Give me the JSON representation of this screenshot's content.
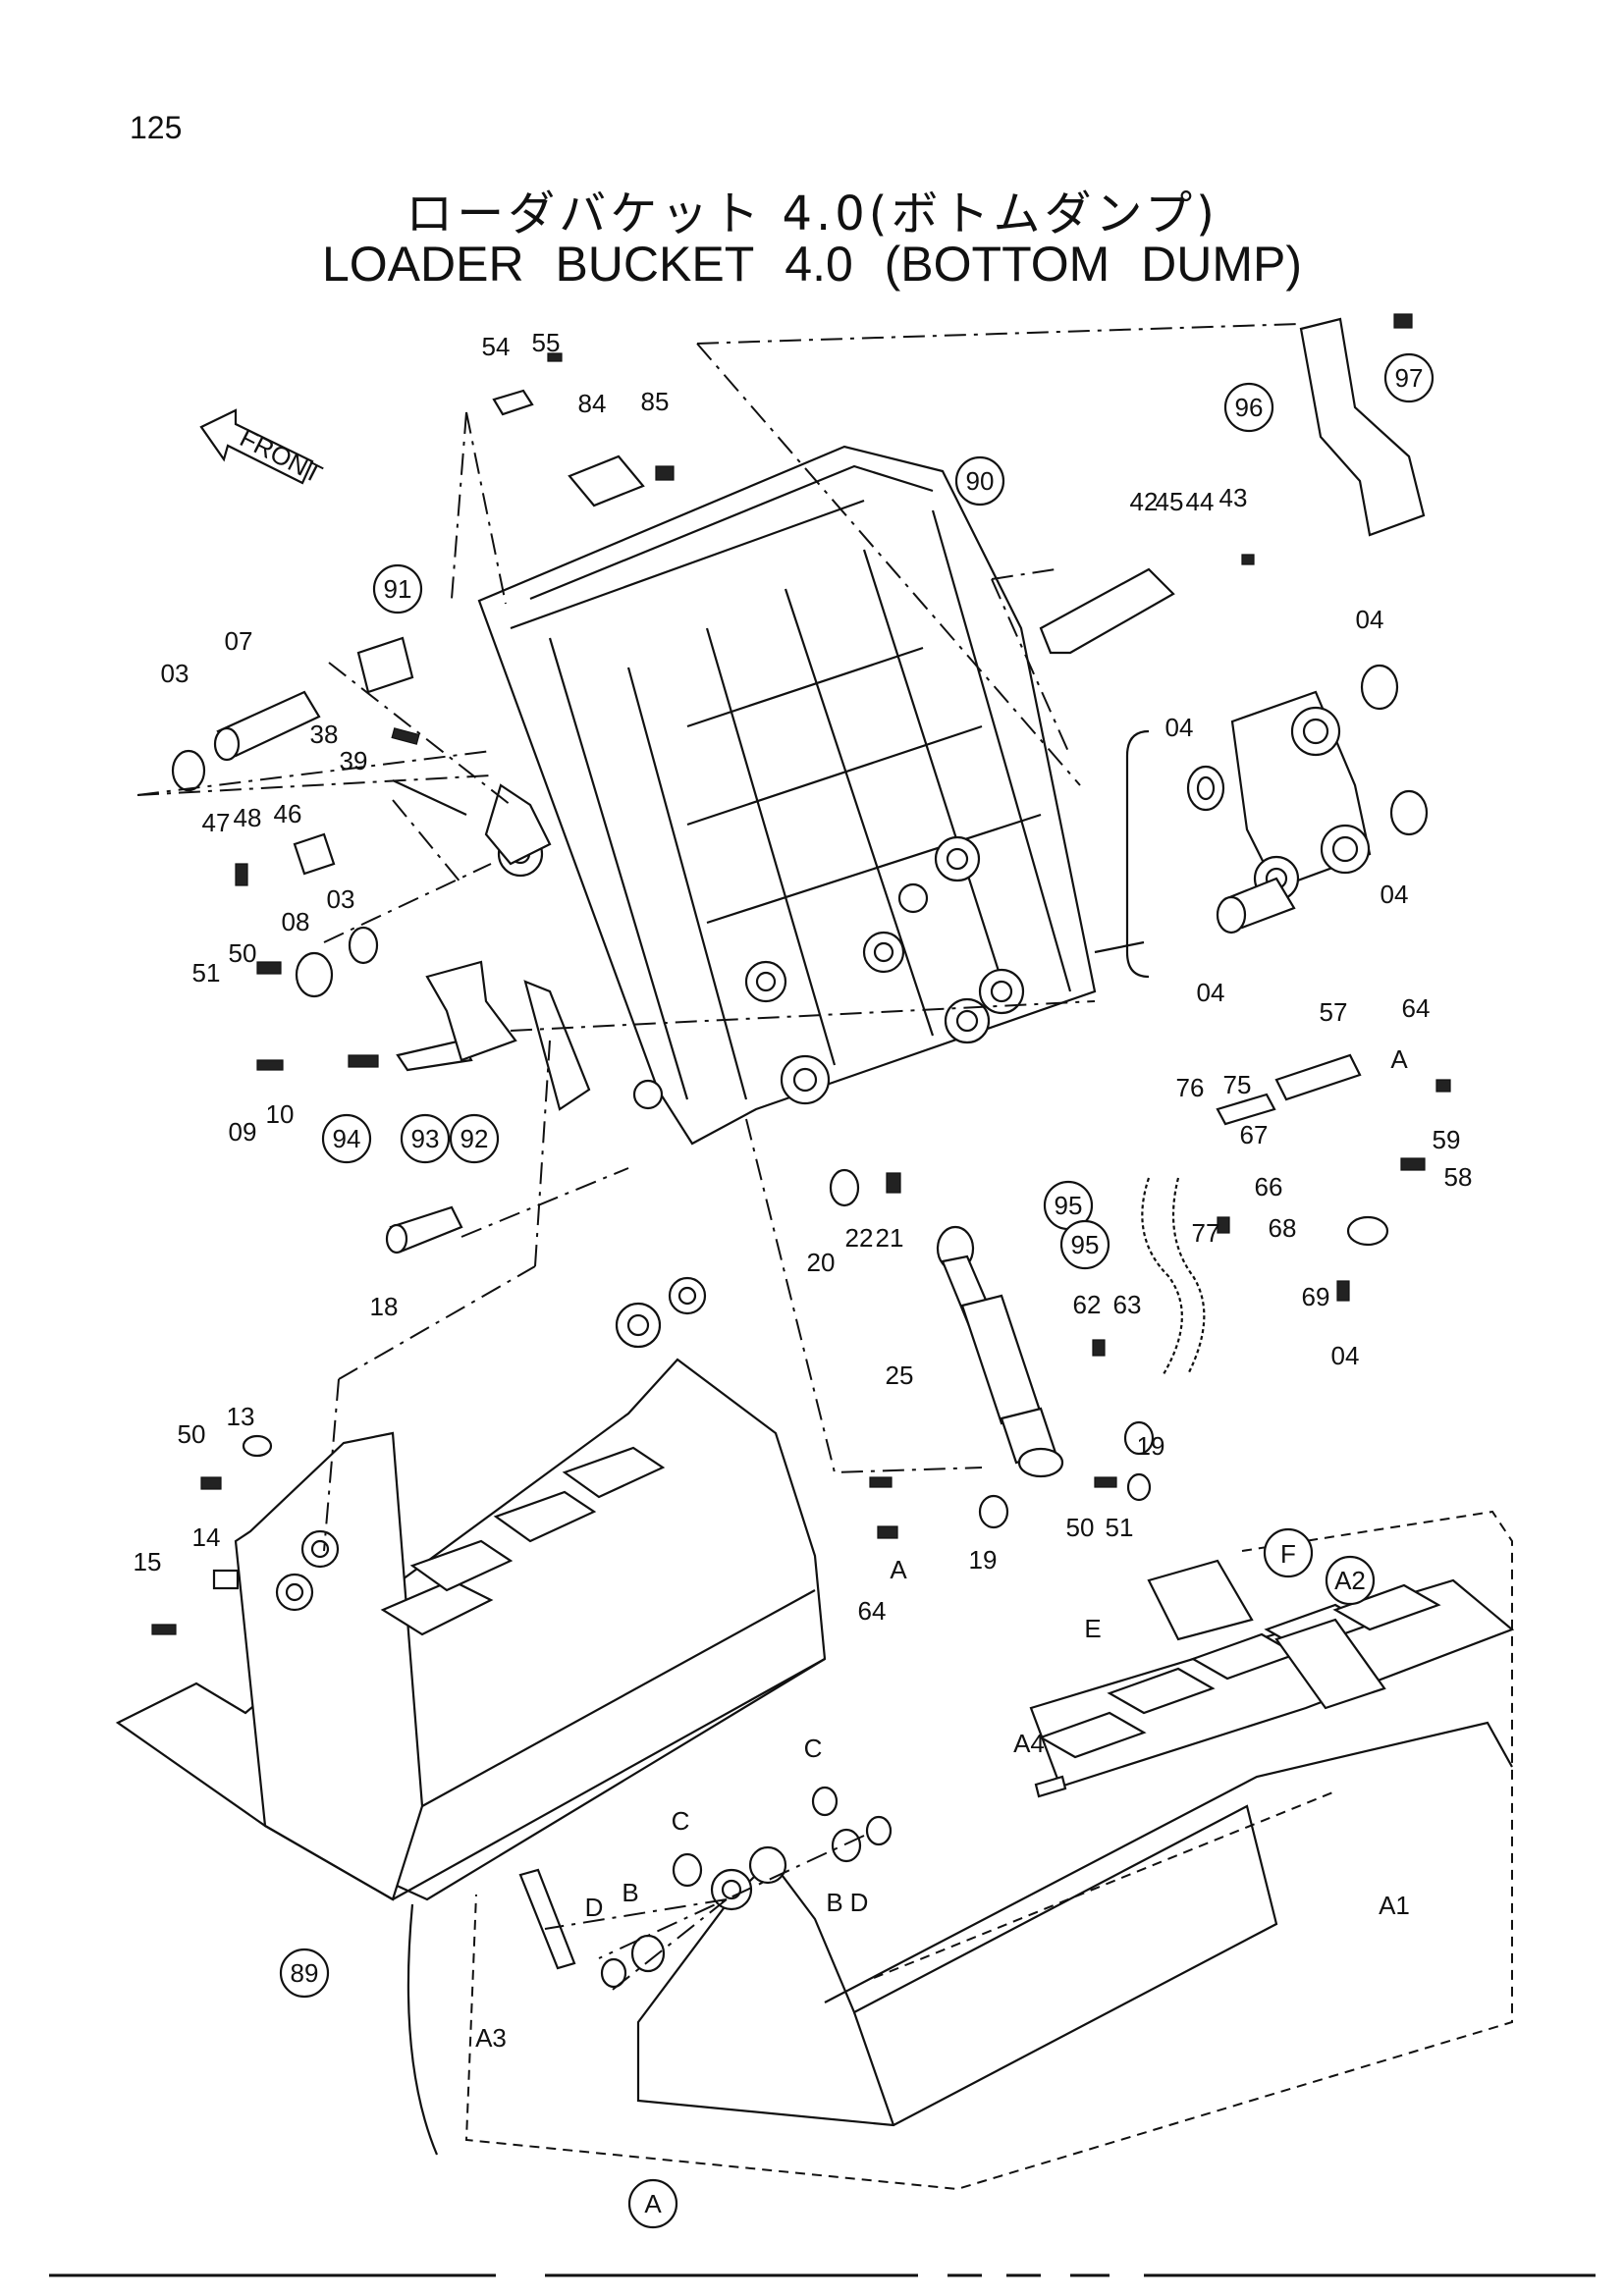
{
  "page_number": "125",
  "title_jp": "ローダバケット 4.0(ボトムダンプ)",
  "title_en": "LOADER   BUCKET   4.0 (BOTTOM   DUMP)",
  "front_arrow": "FRONT",
  "part_labels": [
    "54",
    "55",
    "84",
    "85",
    "97",
    "96",
    "90",
    "42",
    "45",
    "44",
    "43",
    "04",
    "91",
    "07",
    "03",
    "38",
    "39",
    "47",
    "48",
    "46",
    "08",
    "03",
    "51",
    "50",
    "09",
    "10",
    "94",
    "93",
    "92",
    "18",
    "20",
    "22",
    "21",
    "57",
    "64",
    "A",
    "76",
    "75",
    "59",
    "58",
    "67",
    "66",
    "68",
    "69",
    "77",
    "95",
    "95",
    "62",
    "63",
    "25",
    "19",
    "19",
    "50",
    "51",
    "64",
    "A",
    "13",
    "50",
    "15",
    "14",
    "89",
    "F",
    "A2",
    "E",
    "A4",
    "C",
    "C",
    "B",
    "B",
    "D",
    "D",
    "A1",
    "A3",
    "A",
    "04",
    "04",
    "04",
    "04"
  ]
}
